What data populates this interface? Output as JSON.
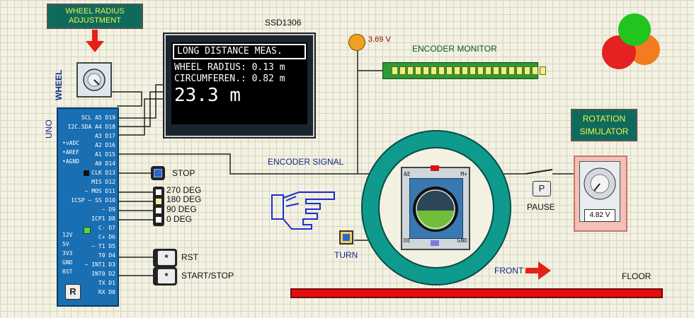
{
  "wheel_radius_label": "WHEEL RADIUS\nADJUSTMENT",
  "wheel_pot_label": "WHEEL",
  "ssd_label": "SSD1306",
  "oled": {
    "line1": "LONG DISTANCE MEAS.",
    "line2": "WHEEL RADIUS: 0.13 m",
    "line3": "CIRCUMFEREN.: 0.82 m",
    "line4": "23.3 m"
  },
  "voltage_probe": "3.69 V",
  "encoder_monitor_label": "ENCODER MONITOR",
  "encoder_monitor_leds": 20,
  "rotation_simulator_label": "ROTATION\nSIMULATOR",
  "rotation_pot_voltage": "4.82 V",
  "pause_button": "P",
  "pause_label": "PAUSE",
  "encoder_signal_label": "ENCODER SIGNAL",
  "encoder_pins": {
    "ae": "AE",
    "mplus": "M+",
    "de": "DE",
    "gnd": "GND"
  },
  "turn_label": "TURN",
  "front_label": "FRONT",
  "floor_label": "FLOOR",
  "uno_label": "UNO",
  "board_reset": "R",
  "board_pins_right": [
    "SCL A5 D19",
    "I2C.SDA A4 D18",
    "A3 D17",
    "A2 D16",
    "A1 D15",
    "A0 D14",
    "CLK D13",
    "MIS D12",
    "~ MOS D11",
    "ICSP ~ SS D10",
    "~ D9",
    "ICP1 D8",
    "C- D7",
    "C+ D6",
    "~ T1 D5",
    "T0 D4",
    "~ INT1 D3",
    "INT0 D2",
    "TX D1",
    "RX D0"
  ],
  "board_pins_left": [
    "•vADC",
    "•AREF",
    "•AGND",
    "",
    "",
    "",
    "",
    "",
    "",
    "",
    "12V",
    "5V",
    "3V3",
    "GND",
    "RST"
  ],
  "stop_label": "STOP",
  "dip_labels": [
    "270 DEG",
    "180 DEG",
    "90 DEG",
    "0 DEG"
  ],
  "rst_button": "*",
  "rst_label": "RST",
  "startstop_button": "*",
  "startstop_label": "START/STOP",
  "colors": {
    "board": "#1a6fb3",
    "label_bg": "#0e6b5c",
    "label_text": "#f4f04a",
    "floor": "#e01010",
    "ring": "#0f9a8e",
    "wire": "#222222"
  }
}
